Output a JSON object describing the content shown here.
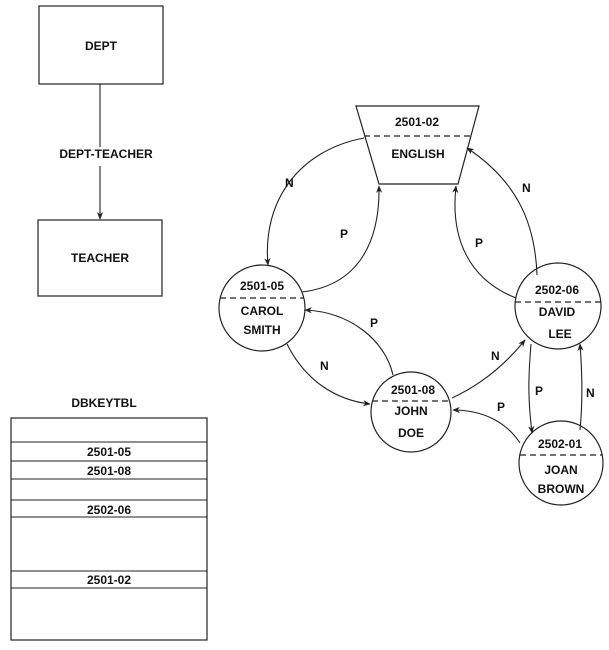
{
  "schema": {
    "owner": "DEPT",
    "set_name": "DEPT-TEACHER",
    "member": "TEACHER"
  },
  "table": {
    "title": "DBKEYTBL",
    "rows": [
      "",
      "2501-05",
      "2501-08",
      "",
      "2502-06",
      "",
      "2501-02",
      ""
    ]
  },
  "owner_record": {
    "key": "2501-02",
    "name": "ENGLISH"
  },
  "members": [
    {
      "key": "2501-05",
      "line1": "CAROL",
      "line2": "SMITH"
    },
    {
      "key": "2501-08",
      "line1": "JOHN",
      "line2": "DOE"
    },
    {
      "key": "2502-06",
      "line1": "DAVID",
      "line2": "LEE"
    },
    {
      "key": "2502-01",
      "line1": "JOAN",
      "line2": "BROWN"
    }
  ],
  "pointer_labels": {
    "next": "N",
    "prior": "P"
  }
}
